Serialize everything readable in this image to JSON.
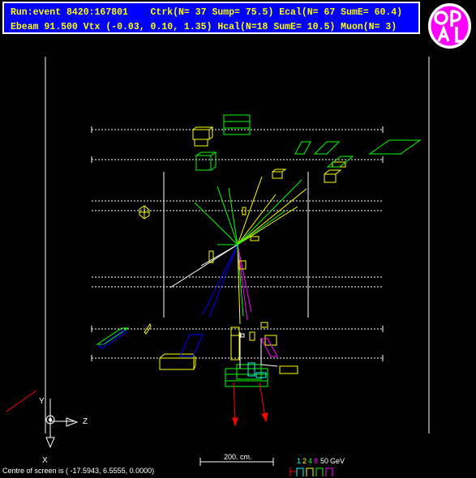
{
  "header": {
    "line1": "Run:event 8420:167801    Ctrk(N= 37 Sump= 75.5) Ecal(N= 67 SumE= 60.4)",
    "line2": "Ebeam 91.500 Vtx (-0.03, 0.10, 1.35) Hcal(N=18 SumE= 10.5) Muon(N= 3)"
  },
  "logo": {
    "icon": "opal-logo-icon"
  },
  "axes": {
    "y_label": "Y",
    "z_label": "Z",
    "x_label": "X"
  },
  "scale": {
    "label": "200. cm."
  },
  "legend": {
    "values": [
      "1",
      "2",
      "4",
      "8",
      "50",
      "GeV"
    ],
    "colors": [
      "#00ffff",
      "#ffff00",
      "#00ff00",
      "#ff00ff",
      "#ffffff",
      "#ffffff"
    ]
  },
  "footer": {
    "centre_text": "Centre of screen is ( -17.5943,   6.5555,   0.0000)"
  },
  "colors": {
    "panel_bg": "#0000ff",
    "panel_text": "#ffff00",
    "ecal": "#ffff00",
    "hcal": "#00ff00",
    "muon": "#ff0000",
    "track_neg": "#0000ff"
  }
}
